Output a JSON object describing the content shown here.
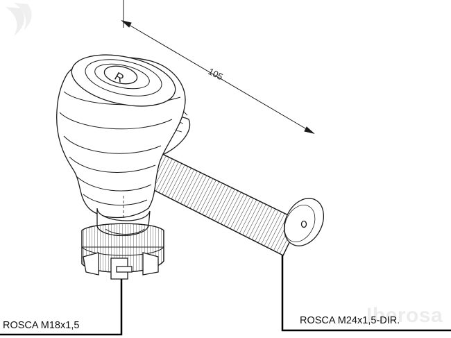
{
  "drawing": {
    "dimension_value": "105",
    "ball_cap_mark": "R",
    "callouts": {
      "left_thread": "ROSCA M18x1,5",
      "right_thread": "ROSCA M24x1,5-DIR."
    },
    "watermark": "Iberosa",
    "line_color": "#1a1a1a",
    "leader_color": "#000000"
  }
}
